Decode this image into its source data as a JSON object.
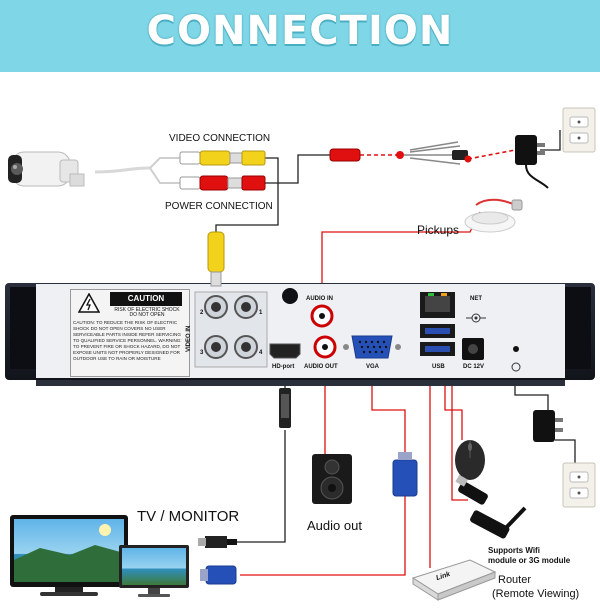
{
  "header": {
    "title": "CONNECTION"
  },
  "labels": {
    "video_connection": "VIDEO CONNECTION",
    "power_connection": "POWER CONNECTION",
    "pickups": "Pickups",
    "tv_monitor": "TV / MONITOR",
    "audio_out_device": "Audio out",
    "wifi_note_line1": "Supports Wifi",
    "wifi_note_line2": "module or 3G module",
    "router_line1": "Router",
    "router_line2": "(Remote Viewing)",
    "router_brand": "Link"
  },
  "panel": {
    "caution": "CAUTION",
    "caution_sub": "RISK OF ELECTRIC SHOCK DO NOT OPEN",
    "caution_text": "CAUTION: TO REDUCE THE RISK OF ELECTRIC SHOCK DO NOT OPEN COVERS NO USER SERVICEABLE PARTS INSIDE REFER SERVICING TO QUALIFIED SERVICE PERSONNEL. WARNING: TO PREVENT FIRE OR SHOCK HAZARD, DO NOT EXPOSE UNITS NOT PROPERLY DESIGNED FOR OUTDOOR USE TO RAIN OR MOISTURE",
    "video_in": "VIDEO IN",
    "ports": [
      "1",
      "2",
      "3",
      "4"
    ],
    "audio_in": "AUDIO IN",
    "hd_port": "HD-port",
    "audio_out": "AUDIO OUT",
    "vga": "VGA",
    "net": "NET",
    "usb": "USB",
    "dc": "DC 12V"
  },
  "colors": {
    "banner": "#7fd6e6",
    "cable_red": "#e01010",
    "cable_yellow": "#f2d21a",
    "panel": "#1b1f2b",
    "faceplate": "#eef0f3"
  },
  "icons": [
    "bullet-camera-icon",
    "power-adapter-icon",
    "wall-outlet-icon",
    "microphone-icon",
    "speaker-icon",
    "mouse-icon",
    "usb-stick-icon",
    "wifi-dongle-icon",
    "router-icon",
    "tv-icon",
    "monitor-icon",
    "vga-connector-icon",
    "hdmi-connector-icon"
  ]
}
